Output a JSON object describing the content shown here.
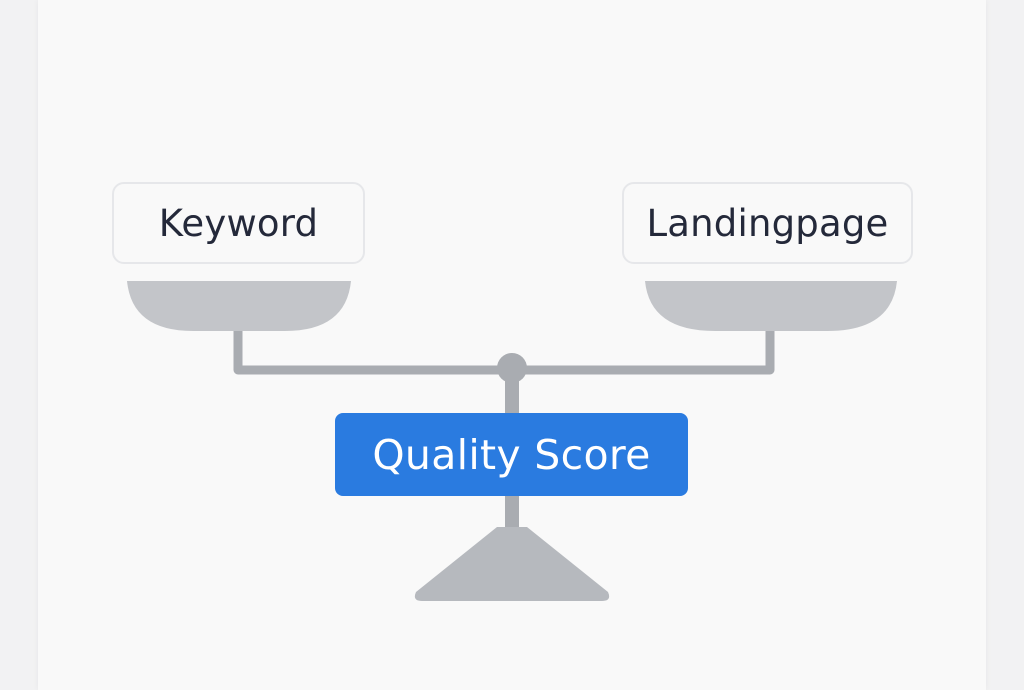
{
  "labels": {
    "left": "Keyword",
    "right": "Landingpage",
    "center": "Quality Score"
  },
  "colors": {
    "accent": "#2a7be0",
    "scale_gray": "#b6b9be",
    "beam_gray": "#a9acb1",
    "box_border": "#e6e7ea"
  }
}
